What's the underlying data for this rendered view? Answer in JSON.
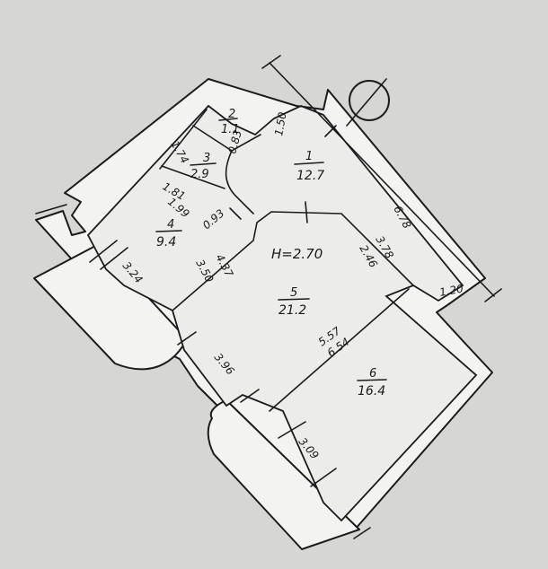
{
  "colors": {
    "paper": "#d6d6d3",
    "wall_fill": "#f3f3f1",
    "ink": "#1b1b1b"
  },
  "height_label": "H=2.70",
  "rooms": [
    {
      "id": "room-1",
      "number": "1",
      "area": "12.7"
    },
    {
      "id": "room-2",
      "number": "2",
      "area": "1.1"
    },
    {
      "id": "room-3",
      "number": "3",
      "area": "2.9"
    },
    {
      "id": "room-4",
      "number": "4",
      "area": "9.4"
    },
    {
      "id": "room-5",
      "number": "5",
      "area": "21.2"
    },
    {
      "id": "room-6",
      "number": "6",
      "area": "16.4"
    }
  ],
  "dimensions": [
    "1.74",
    "0.83",
    "1.50",
    "1.81",
    "1.99",
    "0.93",
    "6.78",
    "3.24",
    "3.50",
    "4.37",
    "3.78",
    "2.46",
    "1.20",
    "5.57",
    "6.54",
    "3.96",
    "3.09"
  ],
  "compass_icon": "compass-circle"
}
